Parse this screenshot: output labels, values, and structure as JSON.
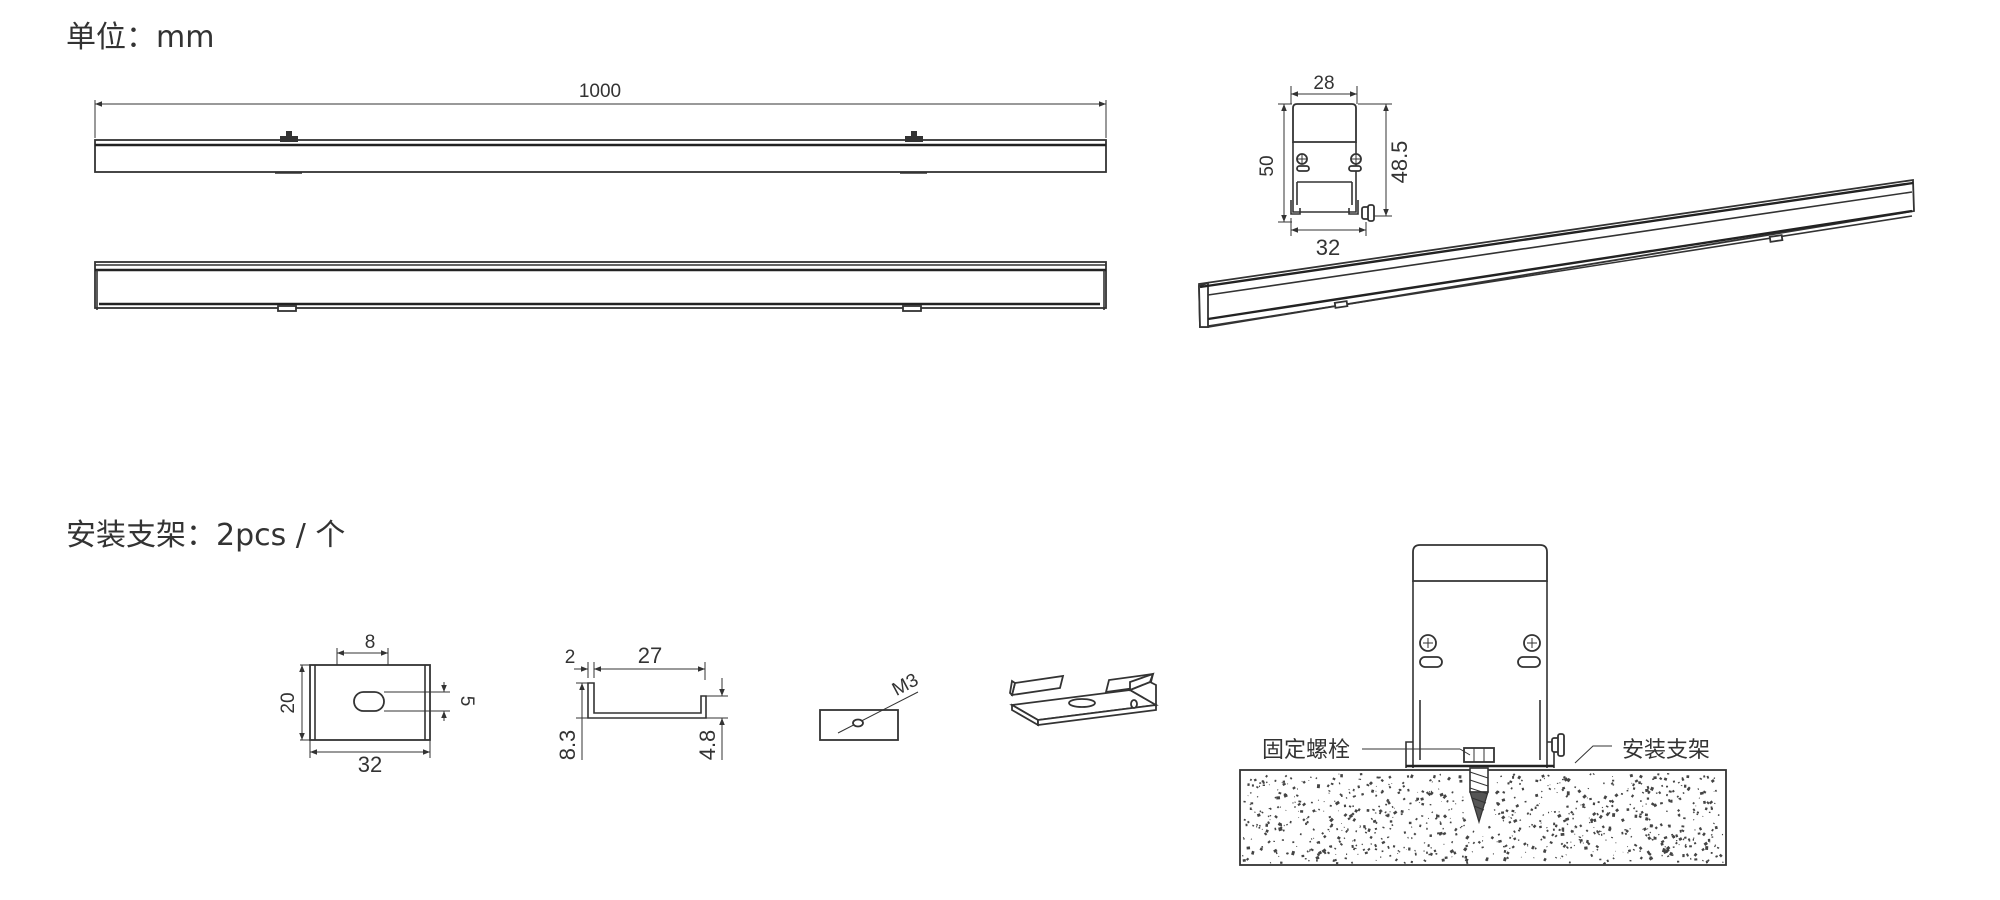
{
  "titles": {
    "unit": "单位：mm",
    "bracket": "安装支架：2pcs / 个"
  },
  "dimensions": {
    "length": "1000",
    "top_width": "28",
    "height_left": "50",
    "height_right": "48.5",
    "bottom_width": "32",
    "bracket_slot_width": "8",
    "bracket_height": "20",
    "bracket_slot_height": "5",
    "bracket_width": "32",
    "profile_thickness": "2",
    "profile_length": "27",
    "profile_height_left": "8.3",
    "profile_height_right": "4.8",
    "screw_size": "M3"
  },
  "callouts": {
    "fixing_bolt": "固定螺栓",
    "mount_bracket": "安装支架"
  },
  "colors": {
    "line": "#333333",
    "concrete_speckle": "#444444"
  }
}
